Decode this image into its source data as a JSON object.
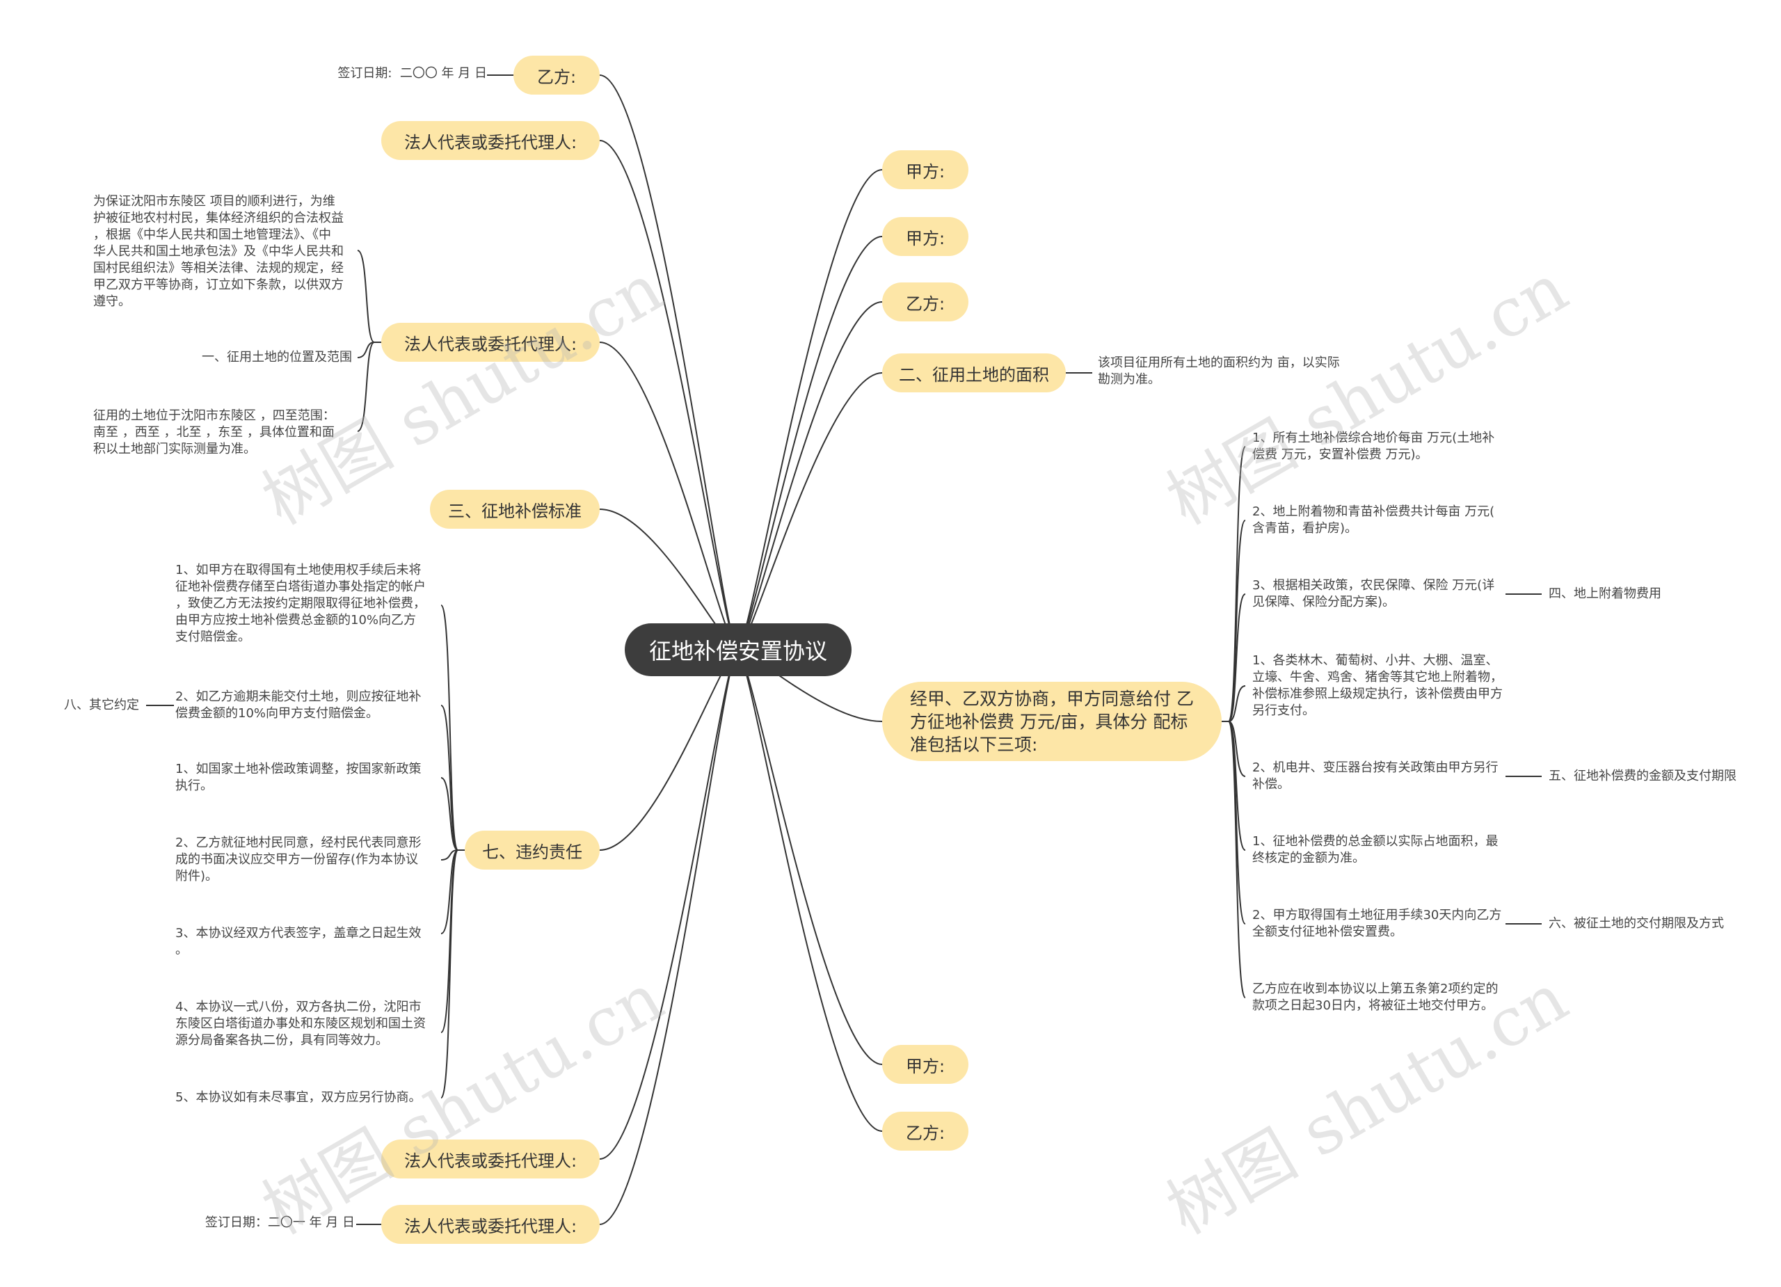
{
  "center": "征地补偿安置协议",
  "left": {
    "yifang_top": "乙方:",
    "sign_date_top": "签订日期:  二〇〇 年 月 日",
    "rep1": "法人代表或委托代理人:",
    "rep2": "法人代表或委托代理人:",
    "intro": "为保证沈阳市东陵区 项目的顺利进行，为维\n护被征地农村村民，集体经济组织的合法权益\n，根据《中华人民共和国土地管理法》、《中\n华人民共和国土地承包法》及《中华人民共和\n国村民组织法》等相关法律、法规的规定，经\n甲乙双方平等协商，订立如下条款，以供双方\n遵守。",
    "sec1": "一、征用土地的位置及范围",
    "location": "征用的土地位于沈阳市东陵区 ，四至范围：\n南至 ，西至 ，北至 ，东至 ，具体位置和面\n积以土地部门实际测量为准。",
    "sec3": "三、征地补偿标准",
    "sec7": "七、违约责任",
    "breach1": "1、如甲方在取得国有土地使用权手续后未将\n征地补偿费存储至白塔街道办事处指定的帐户\n，致使乙方无法按约定期限取得征地补偿费，\n由甲方应按土地补偿费总金额的10%向乙方\n支付赔偿金。",
    "breach2": "2、如乙方逾期未能交付土地，则应按征地补\n偿费金额的10%向甲方支付赔偿金。",
    "sec8": "八、其它约定",
    "other1": "1、如国家土地补偿政策调整，按国家新政策\n执行。",
    "other2": "2、乙方就征地村民同意，经村民代表同意形\n成的书面决议应交甲方一份留存(作为本协议\n附件)。",
    "other3": "3、本协议经双方代表签字，盖章之日起生效\n。",
    "other4": "4、本协议一式八份，双方各执二份，沈阳市\n东陵区白塔街道办事处和东陵区规划和国土资\n源分局备案各执二份，具有同等效力。",
    "other5": "5、本协议如有未尽事宜，双方应另行协商。",
    "rep3": "法人代表或委托代理人:",
    "rep4": "法人代表或委托代理人:",
    "sign_date_bottom": "签订日期：二〇一 年 月 日"
  },
  "right": {
    "jiafang1": "甲方:",
    "jiafang2": "甲方:",
    "yifang1": "乙方:",
    "sec2": "二、征用土地的面积",
    "area": "该项目征用所有土地的面积约为 亩，以实际\n勘测为准。",
    "agreement": "经甲、乙双方协商，甲方同意给付\n乙方征地补偿费 万元/亩，具体分\n配标准包括以下三项:",
    "item1": "1、所有土地补偿综合地价每亩 万元(土地补\n偿费 万元，安置补偿费 万元)。",
    "item2": "2、地上附着物和青苗补偿费共计每亩 万元(\n含青苗，看护房)。",
    "item3": "3、根据相关政策，农民保障、保险 万元(详\n见保障、保险分配方案)。",
    "sec4": "四、地上附着物费用",
    "attach1": "1、各类林木、葡萄树、小井、大棚、温室、\n立壕、牛舍、鸡舍、猪舍等其它地上附着物，\n补偿标准参照上级规定执行，该补偿费由甲方\n另行支付。",
    "attach2": "2、机电井、变压器台按有关政策由甲方另行\n补偿。",
    "sec5": "五、征地补偿费的金额及支付期限",
    "pay1": "1、征地补偿费的总金额以实际占地面积，最\n终核定的金额为准。",
    "pay2": "2、甲方取得国有土地征用手续30天内向乙方\n全额支付征地补偿安置费。",
    "sec6": "六、被征土地的交付期限及方式",
    "deliver": "乙方应在收到本协议以上第五条第2项约定的\n款项之日起30日内，将被征土地交付甲方。",
    "jiafang3": "甲方:",
    "yifang2": "乙方:"
  },
  "watermark": "树图 shutu.cn",
  "colors": {
    "center_bg": "#3d3d3d",
    "pill_bg": "#fde6a7",
    "line": "#333333"
  }
}
